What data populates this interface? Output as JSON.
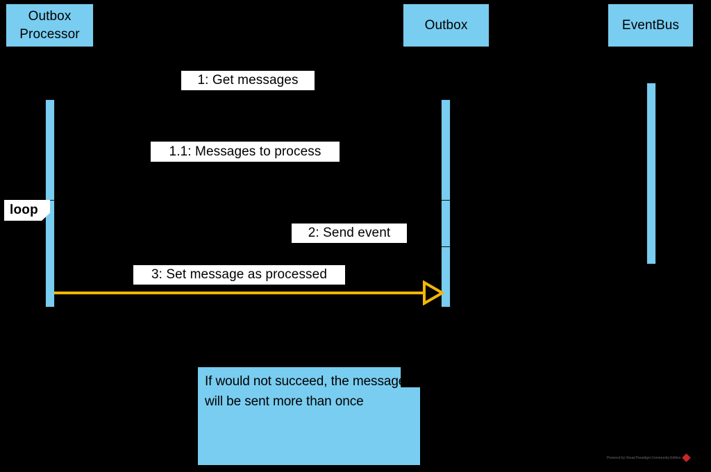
{
  "diagram": {
    "type": "uml-sequence-diagram",
    "background_color": "#000000",
    "participant_fill": "#79CDF0",
    "participant_border": "#0F0F0F",
    "label_fill": "#FFFFFF",
    "arrow_color": "#F2B705"
  },
  "participants": [
    {
      "id": "outbox-processor",
      "label": "Outbox\nProcessor",
      "line1": "Outbox",
      "line2": "Processor"
    },
    {
      "id": "outbox",
      "label": "Outbox",
      "line1": "Outbox",
      "line2": ""
    },
    {
      "id": "eventbus",
      "label": "EventBus",
      "line1": "EventBus",
      "line2": ""
    }
  ],
  "messages": [
    {
      "seq": "1",
      "label": "1: Get messages"
    },
    {
      "seq": "1.1",
      "label": "1.1: Messages to process"
    },
    {
      "seq": "2",
      "label": "2: Send event"
    },
    {
      "seq": "3",
      "label": "3: Set message as processed"
    }
  ],
  "fragment": {
    "operator": "loop"
  },
  "note": {
    "text": "If would not succeed, the message will be sent more than once"
  },
  "watermark": {
    "text": "Powered by Visual Paradigm Community Edition"
  }
}
